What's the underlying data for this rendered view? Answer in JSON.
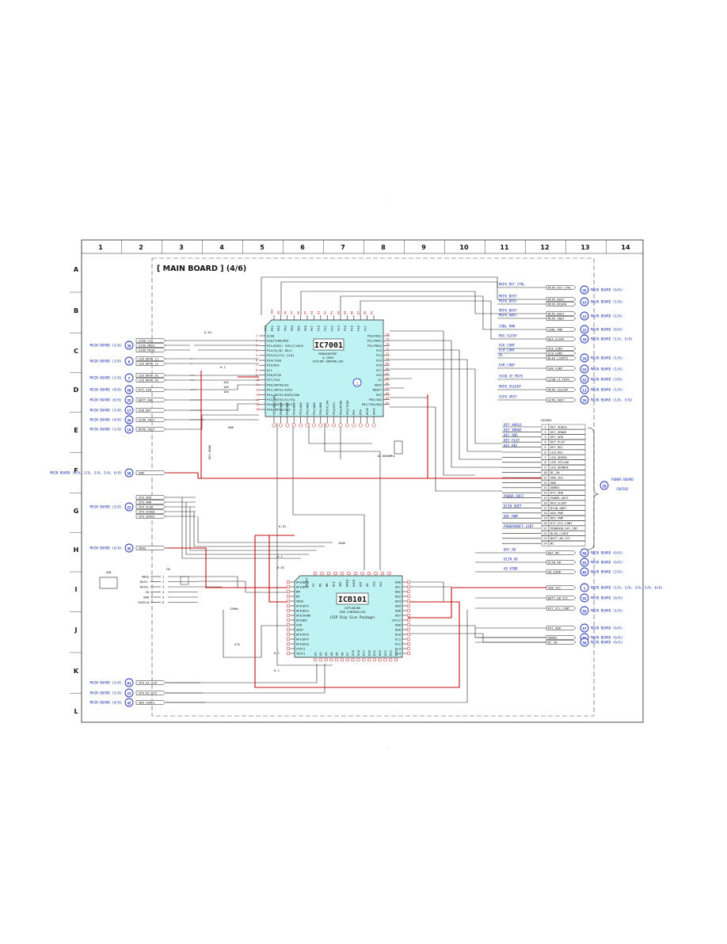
{
  "page_marks": {
    "top_dot": ".",
    "bottom_dot": "."
  },
  "grid": {
    "columns": [
      "1",
      "2",
      "3",
      "4",
      "5",
      "6",
      "7",
      "8",
      "9",
      "10",
      "11",
      "12",
      "13",
      "14"
    ],
    "rows": [
      "A",
      "B",
      "C",
      "D",
      "E",
      "F",
      "G",
      "H",
      "I",
      "J",
      "K",
      "L"
    ]
  },
  "board_title": "[ MAIN BOARD ] (4/6)",
  "ic7001": {
    "ref": "IC7001",
    "part_lines": [
      "M30620SPGP",
      "@-1509",
      "SYSTEM CONTROLLER"
    ],
    "marker": "1",
    "left_pins": [
      "CLK0",
      "P30/TxD0/MCD",
      "P31/RXD1/ SCK1/CLKC0",
      "P32/SI/D/ BS11",
      "P33/SI/CI/ CLK1",
      "P34/TxD3",
      "P35/RXC",
      "VCC",
      "P36/PT32",
      "P37/TA3",
      "P40/IN730/EX",
      "P41/IN731/SCK3",
      "P42/IN732/RXD3/SDA",
      "P43/IN733/S1/SCL",
      "P44/IN734/CLK3",
      "P45/IN735/CE2"
    ],
    "right_pins": [
      "P20/FRO1",
      "P21/PRO1",
      "P22/PRO2",
      "P23",
      "P24",
      "P25",
      "P26",
      "P27",
      "VSS",
      "XI",
      "XOUT",
      "RESET",
      "RST",
      "P85/IN1",
      "P87/TS0/SDA"
    ],
    "top_pins": [
      "P00",
      "P01",
      "P02",
      "P03",
      "P04",
      "P05",
      "P06",
      "P07",
      "P10",
      "P11",
      "P12",
      "P13",
      "P14",
      "P15",
      "P16",
      "P17"
    ],
    "bottom_pins": [
      "P57/AN7/INT",
      "P56/AN6",
      "P55/AN5",
      "P54/AN4",
      "P53/AN3",
      "P52/AN2",
      "P51/AN1",
      "P50/AN0",
      "P65/CLK0",
      "P64/CE1",
      "P63/RXD0",
      "P62/TXD0",
      "P61",
      "P60",
      "AVSS",
      "AVCC"
    ]
  },
  "icb101": {
    "ref": "ICB101",
    "part_lines": [
      "ISP1582BS",
      "USB CONTROLLER"
    ],
    "package": "(CSP Chip Size Package)",
    "left_pins": [
      "AFE3DDS",
      "AFE3DVV",
      "DM",
      "DP",
      "VBUS",
      "AFE1DTV",
      "AFE1DSS",
      "AFE1VVDD",
      "AFE3DS",
      "XIN",
      "XOUT",
      "AFE3VVV",
      "AFE1DVV",
      "AFE1DSS",
      "VIFI1",
      "TEST1"
    ],
    "right_pins": [
      "D00",
      "D01",
      "D02",
      "D03",
      "D04",
      "D05",
      "D06",
      "D07",
      "VIFI2",
      "D08",
      "D09",
      "D10",
      "D11",
      "D12",
      "D13",
      "D14"
    ],
    "top_pins": [
      "RESET",
      "CS",
      "RD",
      "WR",
      "ALE",
      "INT",
      "DREQ",
      "DACK",
      "EOT",
      "A0",
      "VSS",
      "VCC"
    ],
    "bottom_pins": [
      "A1",
      "A2",
      "A3",
      "A4",
      "A5",
      "A6",
      "A7",
      "D15",
      "D16",
      "D17",
      "D18",
      "D19",
      "D20",
      "D21",
      "D22",
      "D23"
    ]
  },
  "left_connectors": [
    {
      "board": "MAIN BOARD (2/6)",
      "id": "30",
      "signals": [
        "SIOO_CLK",
        "SIOO_MOSI",
        "SIOO_MISO"
      ]
    },
    {
      "board": "MAIN BOARD (1/6)",
      "id": "6",
      "signals": [
        "LED_DRVR_L1",
        "LED_DRVR_L2"
      ]
    },
    {
      "board": "MAIN BOARD (1/6)",
      "id": "7",
      "signals": [
        "LED_DRVR_R1",
        "LED_DRVR_R2"
      ]
    },
    {
      "board": "MAIN BOARD (4/6)",
      "id": "59",
      "signals": [
        "RTC_XIN"
      ]
    },
    {
      "board": "MAIN BOARD (6/6)",
      "id": "25",
      "signals": [
        "BATT_ADK"
      ]
    },
    {
      "board": "MAIN BOARD (1/6)",
      "id": "17",
      "signals": [
        "USB_DET"
      ]
    },
    {
      "board": "MAIN BOARD (4/6)",
      "id": "26",
      "signals": [
        "SCPU_XRST"
      ]
    },
    {
      "board": "MAIN BOARD (1/6)",
      "id": "14",
      "signals": [
        "MCPU_XRST"
      ]
    },
    {
      "board": "MAIN BOARD (1/6, 2/6, 3/6, 5/6, 6/6)",
      "id": "50",
      "signals": [
        "GND"
      ]
    },
    {
      "board": "MAIN BOARD (2/6)",
      "id": "22",
      "signals": [
        "CPU_XRD",
        "CPU_XWR",
        "CPU_XCSO",
        "CPU_XCRSO",
        "CPU_XDACK"
      ]
    },
    {
      "board": "MAIN BOARD (6/6)",
      "id": "45",
      "signals": [
        "VBUS"
      ]
    },
    {
      "board": "MAIN BOARD (2/6)",
      "id": "61",
      "signals": [
        "CPU_A1-A16"
      ]
    },
    {
      "board": "MAIN BOARD (2/6)",
      "id": "23",
      "signals": [
        "CPU_D1-D15"
      ]
    },
    {
      "board": "MAIN BOARD (6/6)",
      "id": "42",
      "signals": [
        "VDD_CORE1"
      ]
    }
  ],
  "usb_connector": {
    "ref": "USB",
    "jack_label": "CN",
    "pins": [
      {
        "name": "VBUS",
        "num": "1"
      },
      {
        "name": "DATA-",
        "num": "2"
      },
      {
        "name": "DATA+",
        "num": "3"
      },
      {
        "name": "ID",
        "num": "4"
      },
      {
        "name": "GND",
        "num": "5"
      },
      {
        "name": "SHIELD",
        "num": "6"
      }
    ]
  },
  "right_connectors": [
    {
      "net": "MCPU_RST_CTRL",
      "label": "MCPU_RST_CTRL",
      "id": "35",
      "board": "MAIN BOARD (6/6)"
    },
    {
      "net": "MCPU_BUSY",
      "label": "MCPU_BUSY",
      "id": "13",
      "board": "MAIN BOARD (1/6)"
    },
    {
      "net": "MCPU_BUSY",
      "label": "MCPU_MCSPW",
      "id": "13",
      "board": "MAIN BOARD (1/6)"
    },
    {
      "net": "MCPU_BUSY",
      "label": "MCPU_BUSY",
      "id": "12",
      "board": "MAIN BOARD (1/6)"
    },
    {
      "net": "MCPU_XWST",
      "label": "MCPU_XWST",
      "id": "12",
      "board": "MAIN BOARD (1/6)"
    },
    {
      "net": "CONL_PWR",
      "label": "CONL_PWR",
      "id": "12",
      "board": "MAIN BOARD (6/6)"
    },
    {
      "net": "REG_SLEEP",
      "label": "REG_SLEEP",
      "id": "16",
      "board": "MAIN BOARD (1/6, 5/6)"
    },
    {
      "net": "ACK_CONT",
      "label": "ACK_CONT",
      "id": "",
      "board": ""
    },
    {
      "net": "ECH_CONT",
      "label": "ECH_CONT",
      "id": "",
      "board": ""
    },
    {
      "net": "BL",
      "label": "BLEG_LIGHTS",
      "id": "19",
      "board": "MAIN BOARD (1/6)"
    },
    {
      "net": "EAR_CONT",
      "label": "EAR_CONT",
      "id": "18",
      "board": "MAIN BOARD (1/6)"
    },
    {
      "net": "SIGN_CE_MCPS",
      "label": "SIGN_CE_MCPS",
      "id": "52",
      "board": "MAIN BOARD (3/6)"
    },
    {
      "net": "MCPU_XSLEEP",
      "label": "MCPU_XSLEEP",
      "id": "11",
      "board": "MAIN BOARD (1/6)"
    },
    {
      "net": "SCPU_XRST",
      "label": "SCPU_XRST",
      "id": "28",
      "board": "MAIN BOARD (1/6, 5/6)"
    }
  ],
  "power_connector": {
    "ref": "CN7002",
    "label": "POWER BOARD",
    "sub": "CN1502",
    "id": "10",
    "left_nets": [
      "KEY_XHOLD",
      "KEY_XMAKE",
      "KEY_ADD",
      "KEY_PLAY",
      "KEY_REC",
      "",
      "",
      "",
      "",
      "",
      "",
      "",
      "",
      "",
      "POWER_XOFF",
      "",
      "DCIN_XDET",
      "",
      "DDC_PWM",
      "",
      "POWERONOFF_XINT",
      "",
      "",
      ""
    ],
    "pins": [
      "KEY_XHOLD",
      "KEY_XMAKE",
      "KEY_ADD",
      "KEY_PLAY",
      "KEY_REC",
      "LED_REC",
      "LED_GREEN",
      "LED_YELLOW",
      "LED_ORANGE",
      "DC_IN",
      "VDD_IO1",
      "GND",
      "UNREG",
      "RTC_VDD",
      "POWER_XOFF",
      "REG_SLEEP",
      "DCIN_XDET",
      "ADA_PWR",
      "DDC_PWM",
      "RTC_VCC_CONT",
      "POWERON_OFF_INT",
      "BLED_LIGHT",
      "BATT_AD_VCC",
      "NC"
    ]
  },
  "right_lower_connectors": [
    {
      "net": "BAT_AD",
      "label": "BAT_AD",
      "id": "58",
      "board": "MAIN BOARD (6/6)"
    },
    {
      "net": "DCIN_AD",
      "label": "DCIN_AD",
      "id": "55",
      "board": "MAIN BOARD (6/6)"
    },
    {
      "net": "AD_KIND",
      "label": "AD_KIND",
      "id": "62",
      "board": "MAIN BOARD (2/6)"
    },
    {
      "net": "",
      "label": "VDD_IO1",
      "id": "1",
      "board": "MAIN BOARD (1/6, 2/6, 3/6, 5/6, 6/6)"
    },
    {
      "net": "",
      "label": "BATT_AD_VCC",
      "id": "55",
      "board": "MAIN BOARD (6/6)"
    },
    {
      "net": "",
      "label": "RTC_VCC_CONT",
      "id": "58",
      "board": "MAIN BOARD (1/6)"
    },
    {
      "net": "",
      "label": "RTC_VDD",
      "id": "57",
      "board": "MAIN BOARD (6/6)"
    },
    {
      "net": "",
      "label": "UNREG",
      "id": "55",
      "board": "MAIN BOARD (6/6)"
    },
    {
      "net": "",
      "label": "DC_IN",
      "id": "56",
      "board": "MAIN BOARD (6/6)"
    }
  ],
  "misc_labels": {
    "crystal": "10.0000MHz",
    "ic7001_caps": [
      "0.01",
      "0.1",
      "10k",
      "10k",
      "10k"
    ],
    "icb101_caps": [
      "0.01",
      "100k",
      "0.1",
      "0.01",
      "47k",
      "0.1",
      "0.1",
      "12MHz"
    ],
    "net_key": "KEY_MAKE",
    "gnd": "GND"
  }
}
